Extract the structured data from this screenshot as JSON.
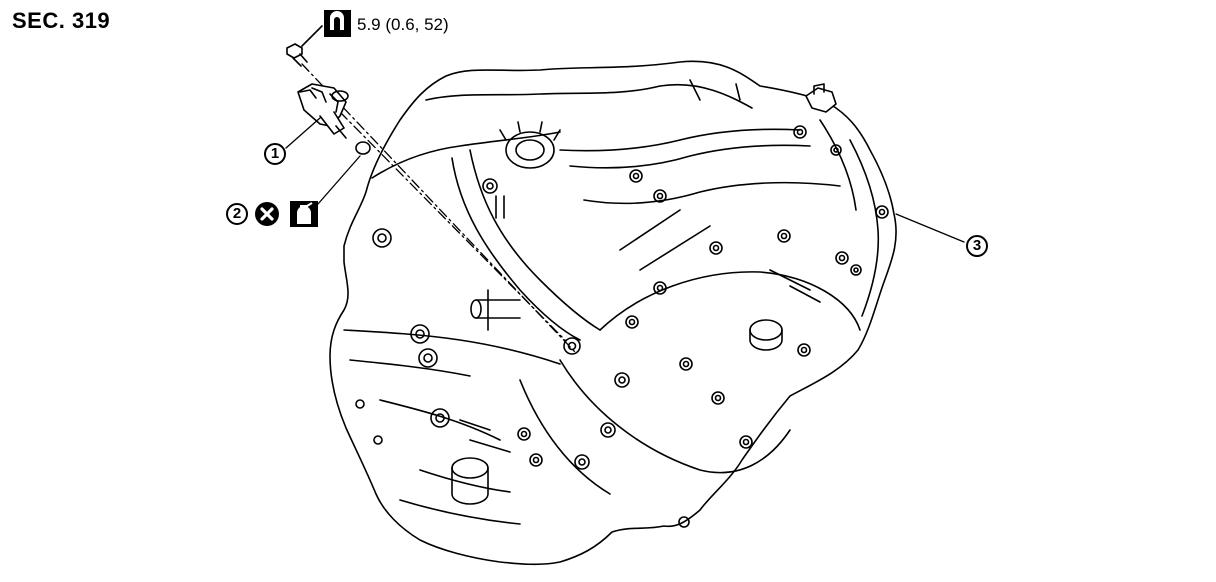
{
  "section": {
    "label": "SEC. 319"
  },
  "torque": {
    "value": "5.9 (0.6, 52)",
    "icon": "torque-wrench-icon"
  },
  "callouts": [
    {
      "number": "1"
    },
    {
      "number": "2"
    },
    {
      "number": "3"
    }
  ],
  "symbols": [
    {
      "icon": "do-not-reuse-icon"
    },
    {
      "icon": "apply-fluid-icon"
    }
  ]
}
